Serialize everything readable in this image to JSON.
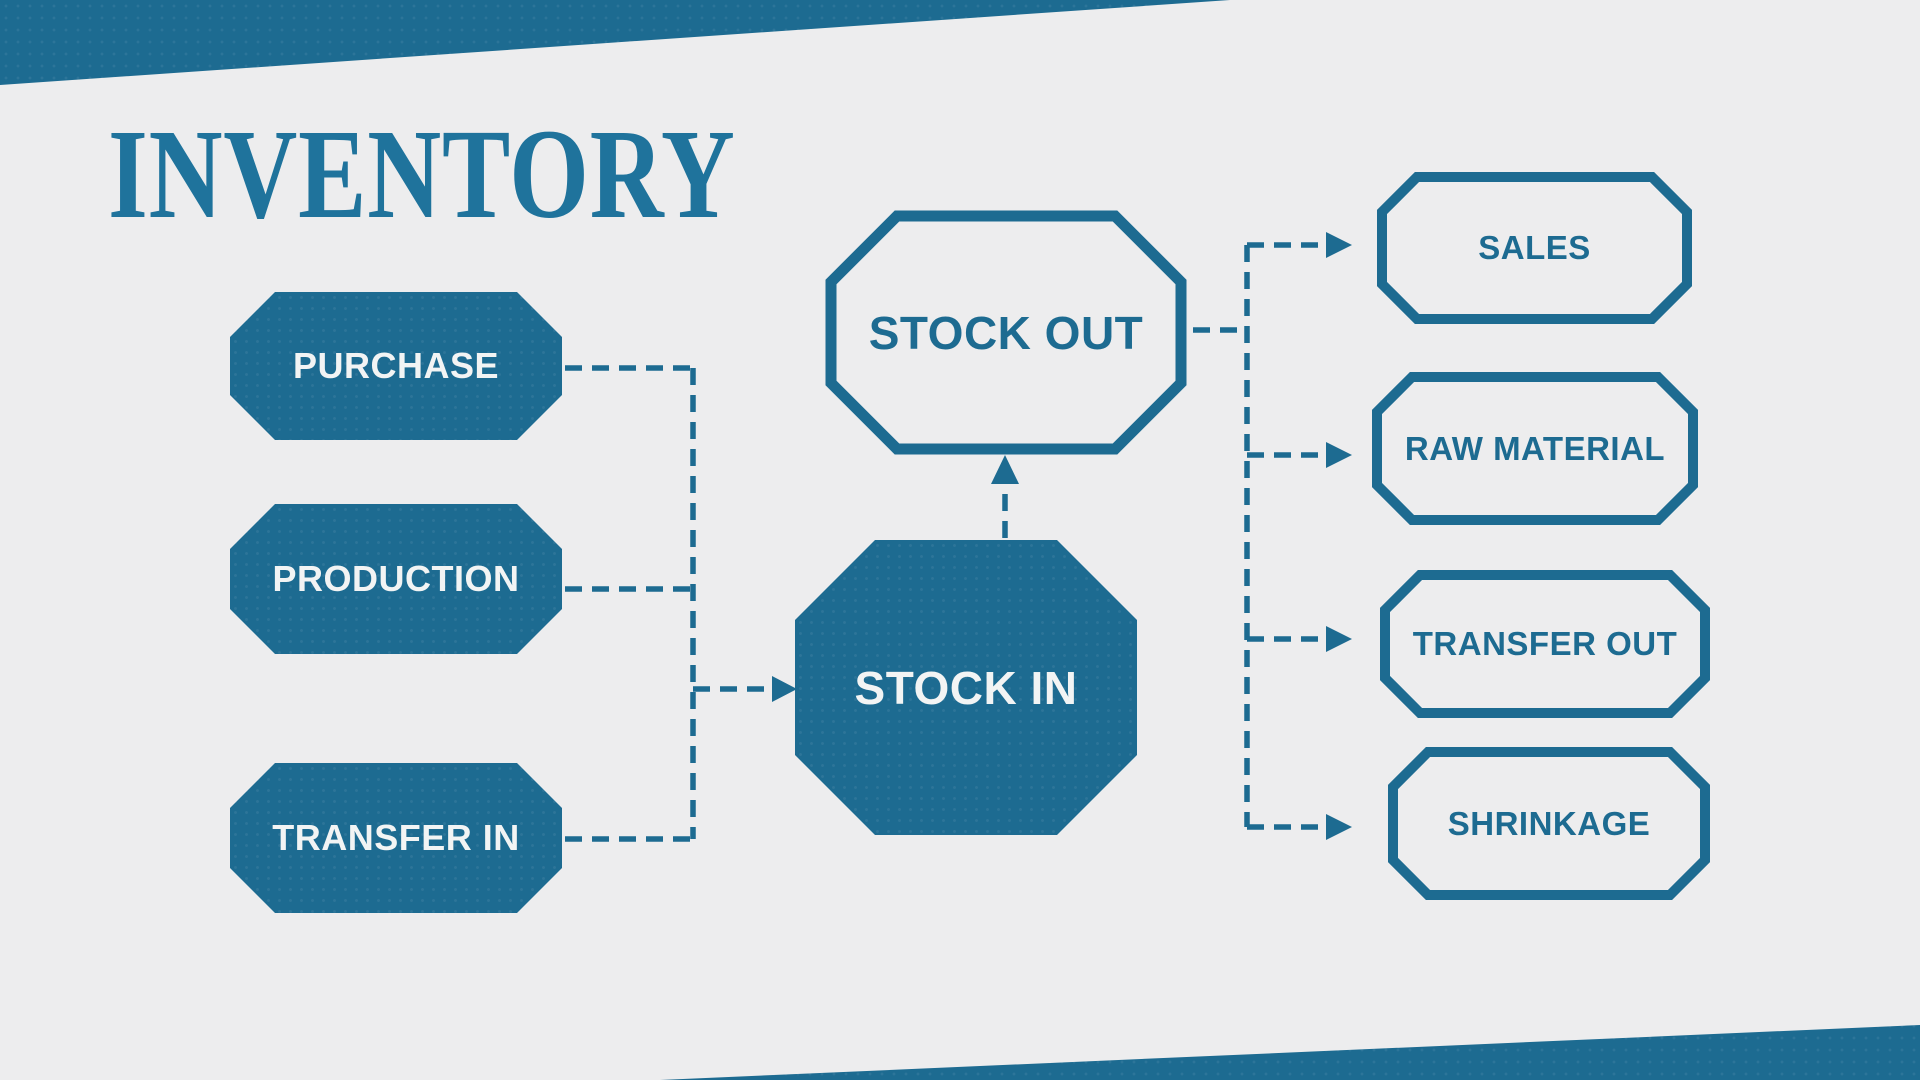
{
  "title": "INVENTORY",
  "colors": {
    "teal": "#1d6b91",
    "teal_title": "#1f739c",
    "bg": "#ededee",
    "text_light": "#f2f4f4"
  },
  "flow": {
    "sources": [
      {
        "label": "PURCHASE"
      },
      {
        "label": "PRODUCTION"
      },
      {
        "label": "TRANSFER IN"
      }
    ],
    "hub_in": {
      "label": "STOCK IN"
    },
    "hub_out": {
      "label": "STOCK OUT"
    },
    "outputs": [
      {
        "label": "SALES"
      },
      {
        "label": "RAW MATERIAL"
      },
      {
        "label": "TRANSFER OUT"
      },
      {
        "label": "SHRINKAGE"
      }
    ]
  }
}
